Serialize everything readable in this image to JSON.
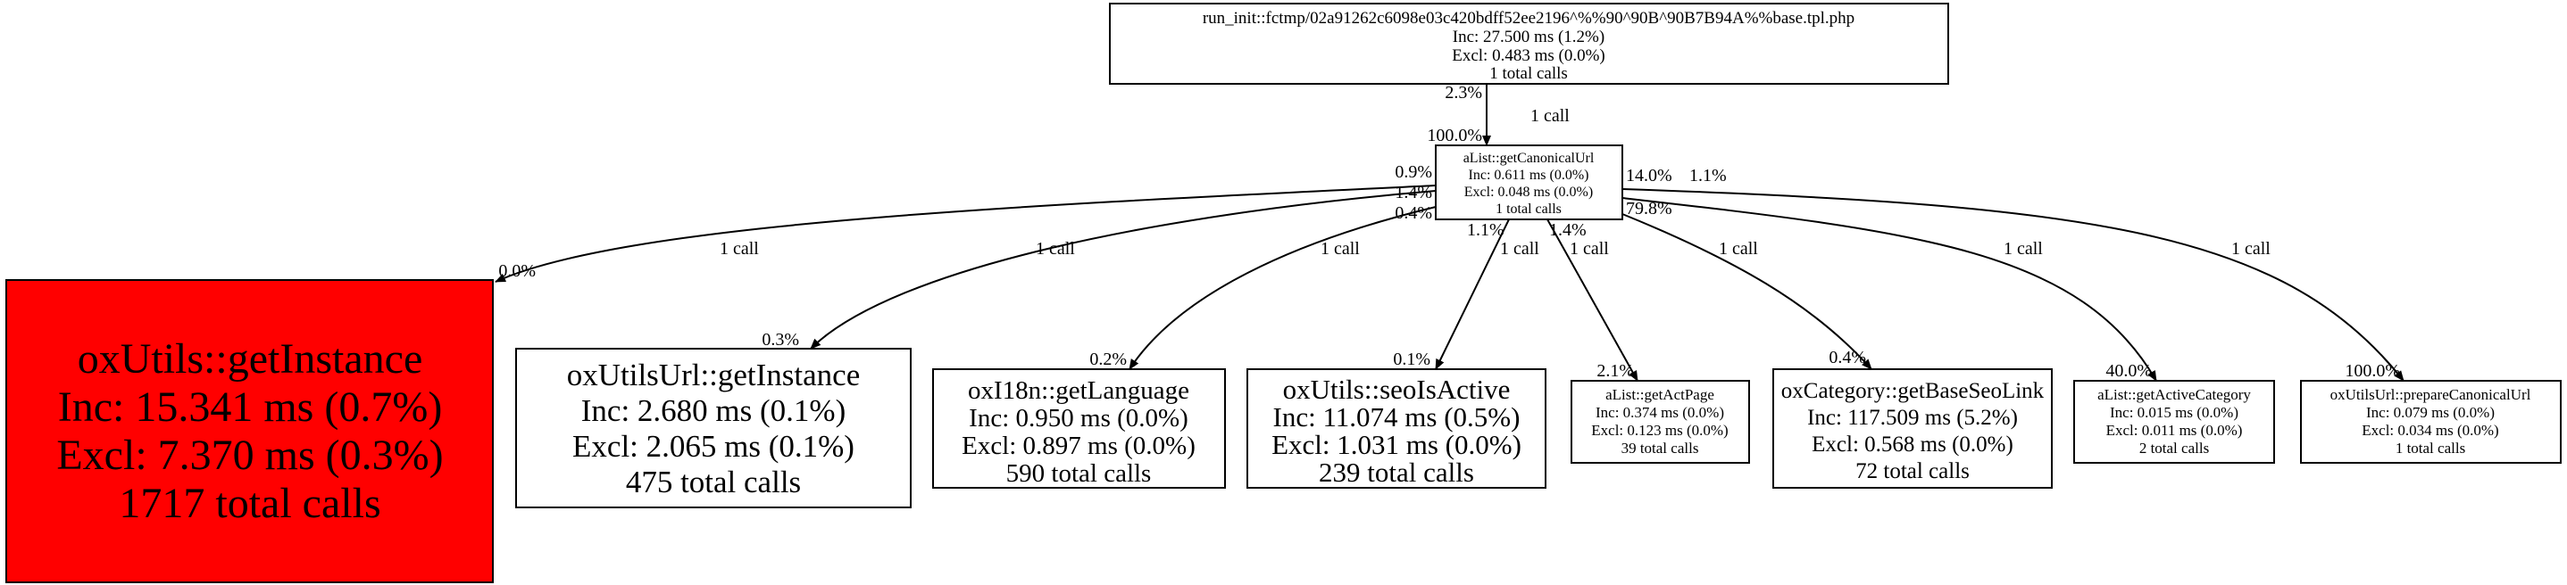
{
  "colors": {
    "hot_node": "#ff0000",
    "node_fill": "#ffffff",
    "stroke": "#000000"
  },
  "nodes": {
    "root": {
      "name": "run_init::fctmp/02a91262c6098e03c420bdff52ee2196^%%90^90B^90B7B94A%%base.tpl.php",
      "inc": "Inc: 27.500 ms (1.2%)",
      "excl": "Excl: 0.483 ms (0.0%)",
      "calls": "1 total calls"
    },
    "center": {
      "name": "aList::getCanonicalUrl",
      "inc": "Inc: 0.611 ms (0.0%)",
      "excl": "Excl: 0.048 ms (0.0%)",
      "calls": "1 total calls"
    },
    "utils_get_instance": {
      "name": "oxUtils::getInstance",
      "inc": "Inc: 15.341 ms (0.7%)",
      "excl": "Excl: 7.370 ms (0.3%)",
      "calls": "1717 total calls"
    },
    "utilsurl_get_instance": {
      "name": "oxUtilsUrl::getInstance",
      "inc": "Inc: 2.680 ms (0.1%)",
      "excl": "Excl: 2.065 ms (0.1%)",
      "calls": "475 total calls"
    },
    "i18n_get_language": {
      "name": "oxI18n::getLanguage",
      "inc": "Inc: 0.950 ms (0.0%)",
      "excl": "Excl: 0.897 ms (0.0%)",
      "calls": "590 total calls"
    },
    "seo_is_active": {
      "name": "oxUtils::seoIsActive",
      "inc": "Inc: 11.074 ms (0.5%)",
      "excl": "Excl: 1.031 ms (0.0%)",
      "calls": "239 total calls"
    },
    "get_act_page": {
      "name": "aList::getActPage",
      "inc": "Inc: 0.374 ms (0.0%)",
      "excl": "Excl: 0.123 ms (0.0%)",
      "calls": "39 total calls"
    },
    "get_base_seo_link": {
      "name": "oxCategory::getBaseSeoLink",
      "inc": "Inc: 117.509 ms (5.2%)",
      "excl": "Excl: 0.568 ms (0.0%)",
      "calls": "72 total calls"
    },
    "get_active_category": {
      "name": "aList::getActiveCategory",
      "inc": "Inc: 0.015 ms (0.0%)",
      "excl": "Excl: 0.011 ms (0.0%)",
      "calls": "2 total calls"
    },
    "prepare_canonical_url": {
      "name": "oxUtilsUrl::prepareCanonicalUrl",
      "inc": "Inc: 0.079 ms (0.0%)",
      "excl": "Excl: 0.034 ms (0.0%)",
      "calls": "1 total calls"
    }
  },
  "edges": {
    "root_center": {
      "tail": "2.3%",
      "label": "1 call",
      "head": "100.0%"
    },
    "utils_get_instance": {
      "tail": "0.9%",
      "label": "1 call",
      "head": "0.0%"
    },
    "utilsurl_get_instance": {
      "tail": "1.4%",
      "label": "1 call",
      "head": "0.3%"
    },
    "i18n_get_language": {
      "tail": "0.4%",
      "label": "1 call",
      "head": "0.2%"
    },
    "seo_is_active": {
      "tail": "1.1%",
      "label": "1 call",
      "head": "0.1%"
    },
    "get_act_page": {
      "tail": "1.4%",
      "label": "1 call",
      "head": "2.1%"
    },
    "get_base_seo_link": {
      "tail": "79.8%",
      "label": "1 call",
      "head": "0.4%"
    },
    "get_active_category": {
      "tail": "1.1%",
      "label": "1 call",
      "head": "40.0%"
    },
    "prepare_canonical_url": {
      "tail": "14.0%",
      "label": "1 call",
      "head": "100.0%"
    }
  }
}
